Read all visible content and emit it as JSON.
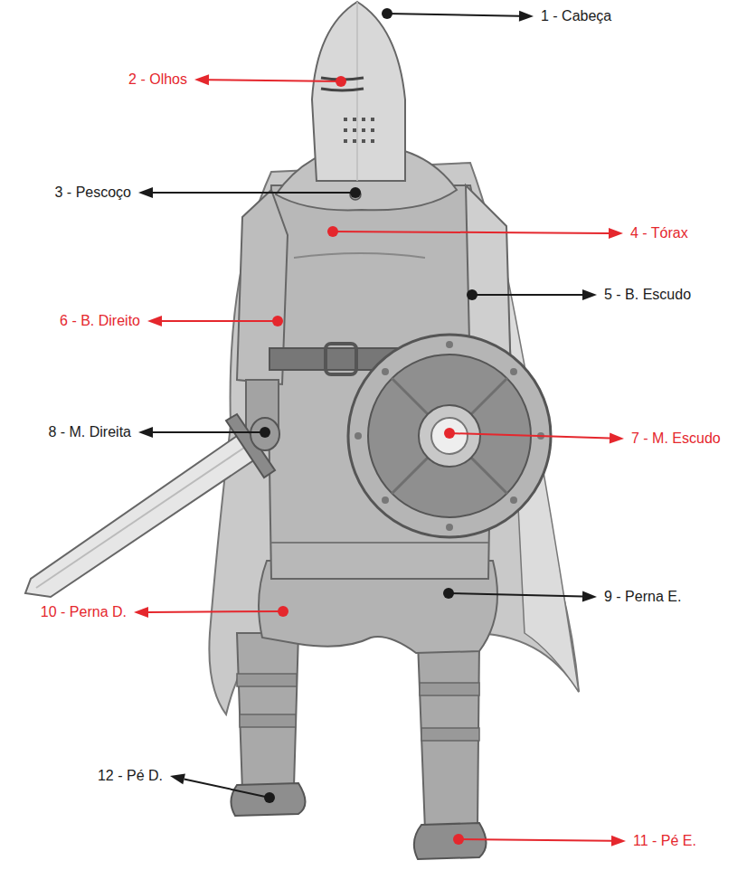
{
  "diagram": {
    "labels": [
      "1 - Cabeça",
      "2 - Olhos",
      "3 - Pescoço",
      "4 - Tórax",
      "5 - B. Escudo",
      "6 - B. Direito",
      "7 - M. Escudo",
      "8 - M. Direita",
      "9 - Perna E.",
      "10 - Perna D.",
      "11 - Pé E.",
      "12 - Pé D."
    ]
  }
}
